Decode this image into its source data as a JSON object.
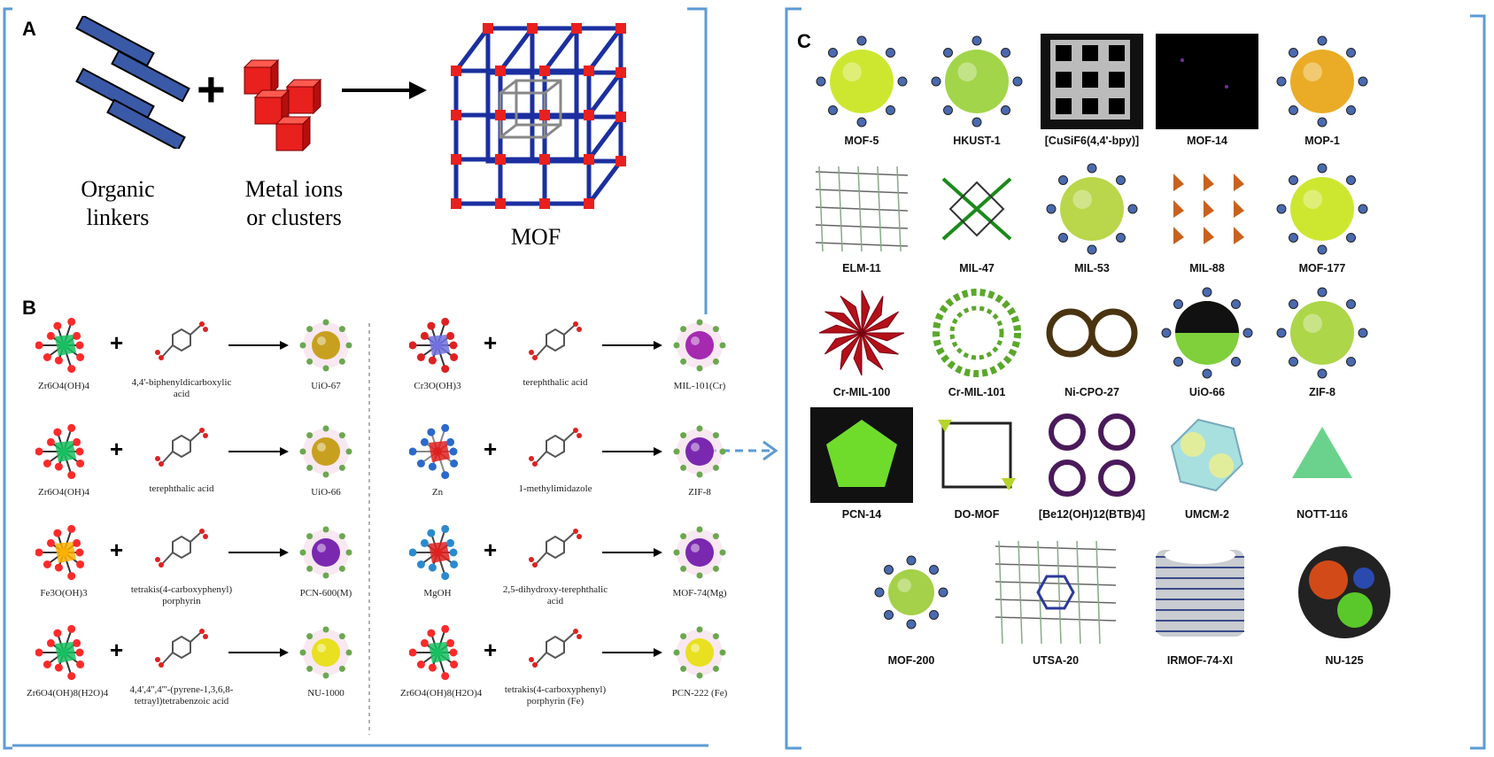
{
  "panels": {
    "a": {
      "letter": "A"
    },
    "b": {
      "letter": "B"
    },
    "c": {
      "letter": "C"
    }
  },
  "panel_a": {
    "linkers_label_line1": "Organic",
    "linkers_label_line2": "linkers",
    "metal_label_line1": "Metal ions",
    "metal_label_line2": "or clusters",
    "mof_label": "MOF",
    "plus": "+"
  },
  "panel_b": {
    "plus": "+",
    "rows_left": [
      {
        "metal": "Zr6O4(OH)4",
        "linker_line1": "4,4'-biphenyldicarboxylic",
        "linker_line2": "acid",
        "product": "UiO-67"
      },
      {
        "metal": "Zr6O4(OH)4",
        "linker_line1": "terephthalic acid",
        "linker_line2": "",
        "product": "UiO-66"
      },
      {
        "metal": "Fe3O(OH)3",
        "linker_line1": "tetrakis(4-carboxyphenyl)",
        "linker_line2": "porphyrin",
        "product": "PCN-600(M)"
      },
      {
        "metal": "Zr6O4(OH)8(H2O)4",
        "linker_line1": "4,4',4'',4'''-(pyrene-1,3,6,8-",
        "linker_line2": "tetrayl)tetrabenzoic acid",
        "product": "NU-1000"
      }
    ],
    "rows_right": [
      {
        "metal": "Cr3O(OH)3",
        "linker_line1": "terephthalic acid",
        "linker_line2": "",
        "product": "MIL-101(Cr)"
      },
      {
        "metal": "Zn",
        "linker_line1": "1-methylimidazole",
        "linker_line2": "",
        "product": "ZIF-8"
      },
      {
        "metal": "MgOH",
        "linker_line1": "2,5-dihydroxy-terephthalic",
        "linker_line2": "acid",
        "product": "MOF-74(Mg)"
      },
      {
        "metal": "Zr6O4(OH)8(H2O)4",
        "linker_line1": "tetrakis(4-carboxyphenyl)",
        "linker_line2": "porphyrin (Fe)",
        "product": "PCN-222 (Fe)"
      }
    ]
  },
  "panel_c": {
    "rows": [
      [
        "MOF-5",
        "HKUST-1",
        "[CuSiF6(4,4'-bpy)]",
        "MOF-14",
        "MOP-1"
      ],
      [
        "ELM-11",
        "MIL-47",
        "MIL-53",
        "MIL-88",
        "MOF-177"
      ],
      [
        "Cr-MIL-100",
        "Cr-MIL-101",
        "Ni-CPO-27",
        "UiO-66",
        "ZIF-8"
      ],
      [
        "PCN-14",
        "DO-MOF",
        "[Be12(OH)12(BTB)4]",
        "UMCM-2",
        "NOTT-116"
      ],
      [
        "MOF-200",
        "UTSA-20",
        "IRMOF-74-XI",
        "NU-125"
      ]
    ]
  },
  "colors": {
    "bracket": "#5b9bd5",
    "linker_fill": "#3a5aa8",
    "metal_cube": "#e8201e",
    "lattice": "#1b2fa0",
    "mof_green": "#b5e61d"
  }
}
